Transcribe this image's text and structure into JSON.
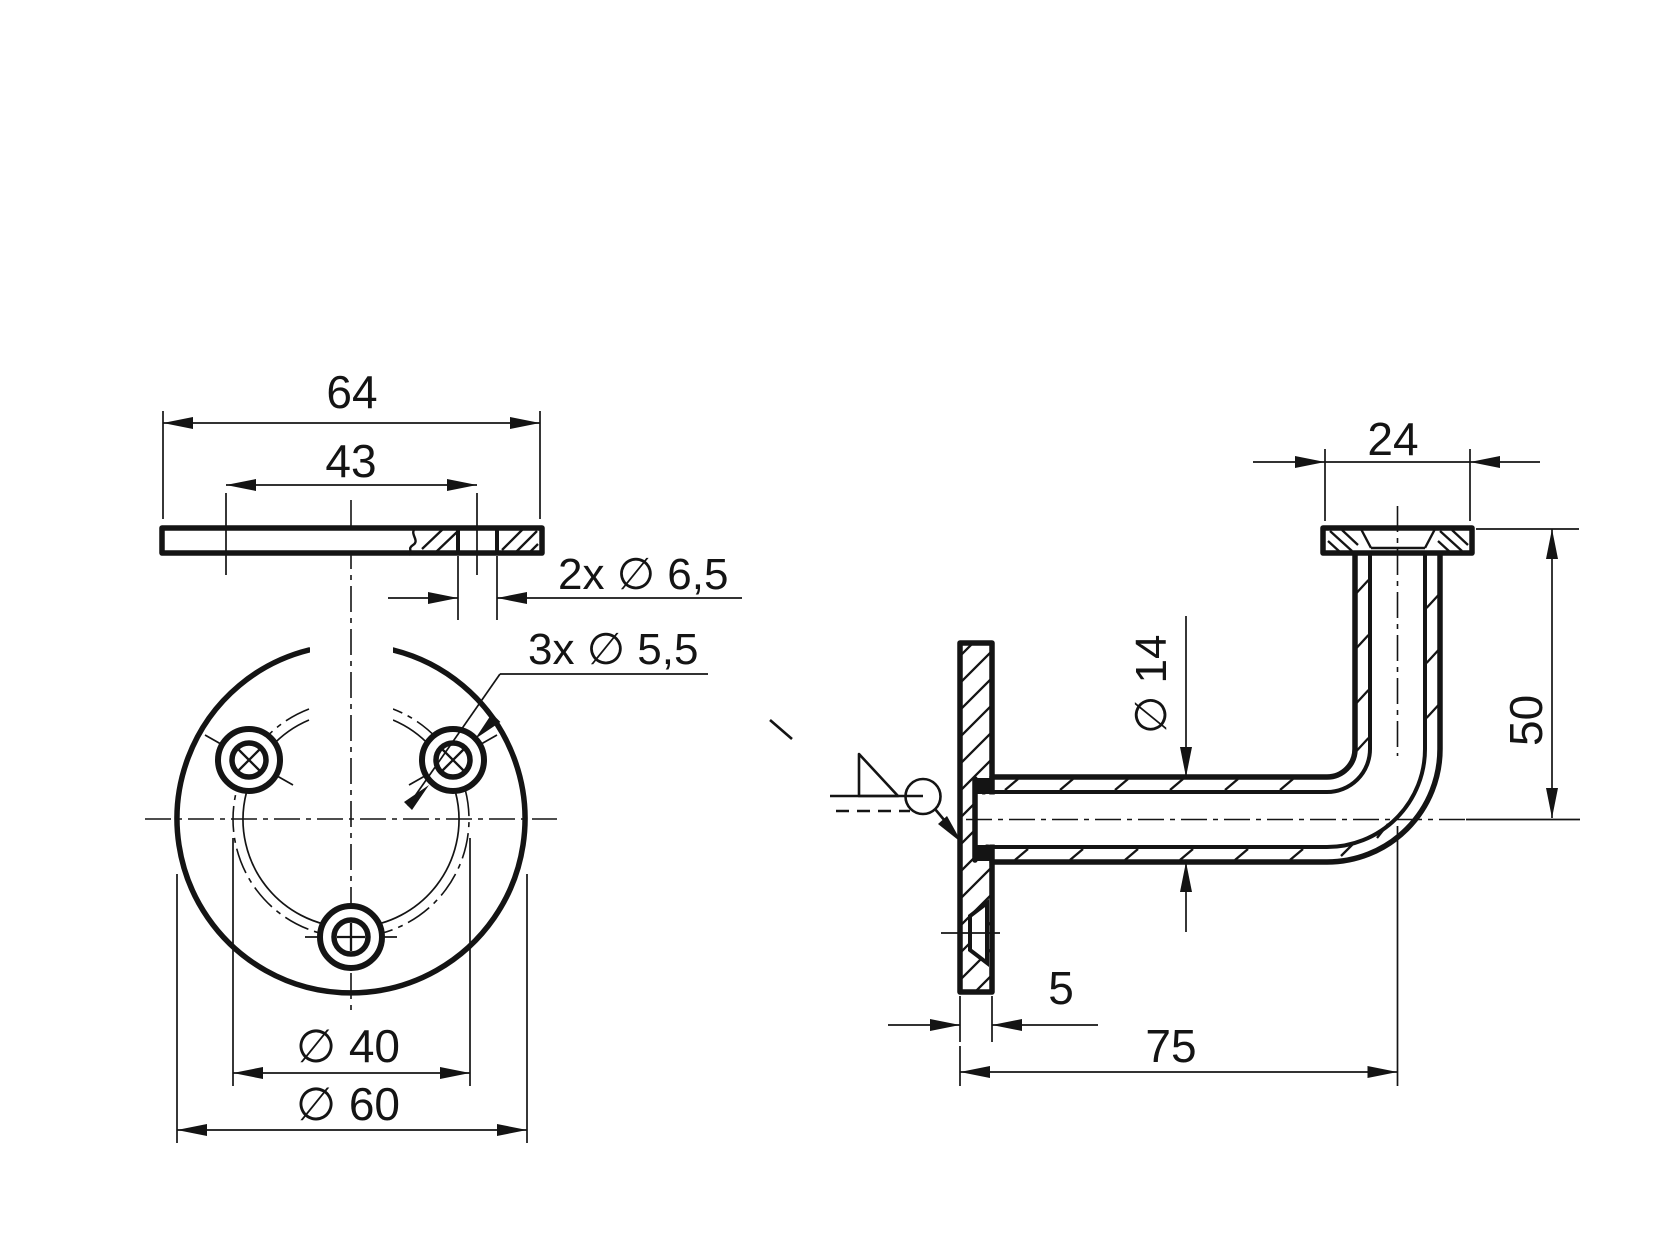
{
  "document": {
    "type": "technical-drawing",
    "part": "handrail wall bracket"
  },
  "colors": {
    "ink": "#141414",
    "paper": "#ffffff"
  },
  "front_view": {
    "dim_plate_width": "64",
    "dim_hole_spacing": "43",
    "dim_top_plate_holes": "2x ∅ 6,5",
    "dim_base_holes": "3x ∅ 5,5",
    "dim_bolt_circle": "∅ 40",
    "dim_base_diameter": "∅ 60"
  },
  "side_view": {
    "dim_saddle_width": "24",
    "dim_tube_diameter": "∅ 14",
    "dim_height": "50",
    "dim_wall_plate_thickness": "5",
    "dim_reach": "75"
  }
}
